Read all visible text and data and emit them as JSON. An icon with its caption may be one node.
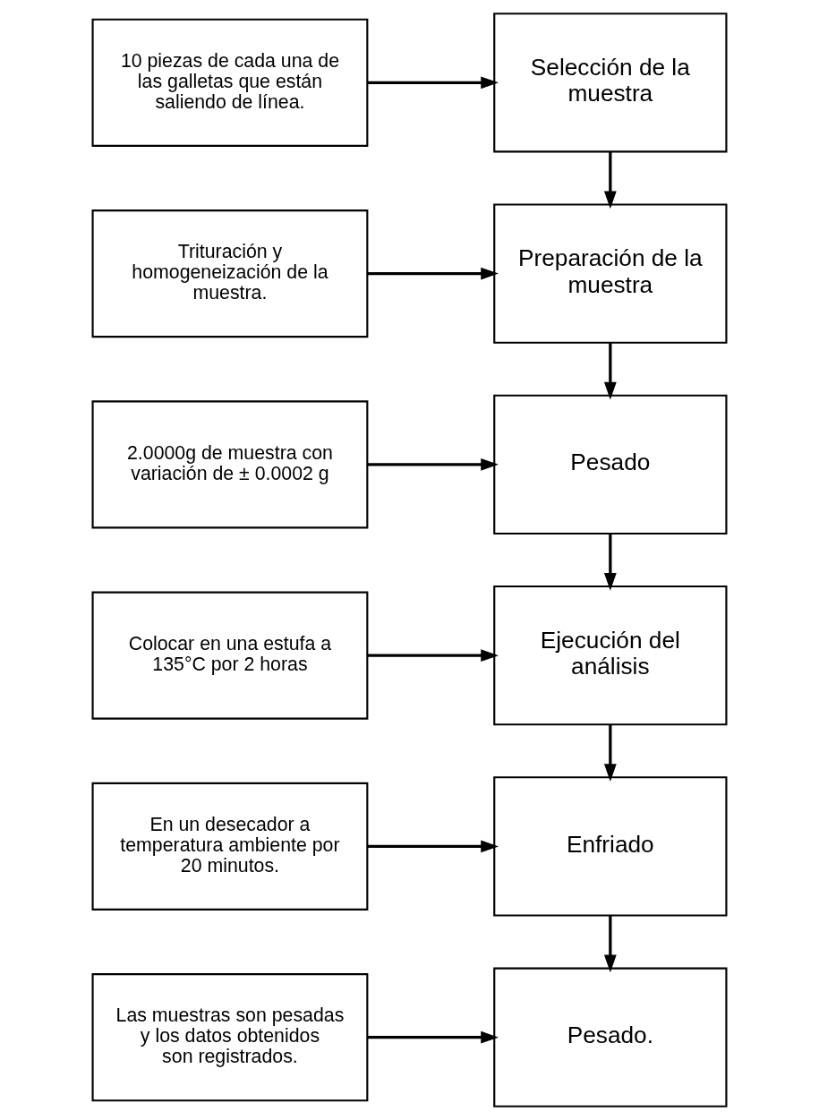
{
  "diagram": {
    "nodes": [
      {
        "text": [
          "10 piezas de cada una de las galletas que están saliendo de línea."
        ]
      },
      {
        "text": [
          "Selección de la muestra"
        ]
      },
      {
        "text": [
          "Trituración y homogeneización de la muestra."
        ]
      },
      {
        "text": [
          "Preparación de la muestra"
        ]
      },
      {
        "text": [
          "2.0000g de muestra con variación de ± 0.0002 g"
        ]
      },
      {
        "text": [
          "Pesado"
        ]
      },
      {
        "text": [
          "Colocar en una estufa a 135°C por 2 horas"
        ]
      },
      {
        "text": [
          "Ejecución del análisis"
        ]
      },
      {
        "text": [
          "En un desecador a temperatura ambiente por 20 minutos."
        ]
      },
      {
        "text": [
          "Enfriado"
        ]
      },
      {
        "text": [
          "Las muestras son pesadas y los datos obtenidos son registrados."
        ]
      },
      {
        "text": [
          "Pesado."
        ]
      }
    ],
    "edges": [
      {
        "from": 0,
        "to": 1,
        "arrow": "to"
      },
      {
        "from": 1,
        "to": 3,
        "arrow": "to"
      },
      {
        "from": 2,
        "to": 3,
        "arrow": "to"
      },
      {
        "from": 3,
        "to": 5,
        "arrow": "to"
      },
      {
        "from": 4,
        "to": 5,
        "arrow": "to"
      },
      {
        "from": 5,
        "to": 7,
        "arrow": "to"
      },
      {
        "from": 6,
        "to": 7,
        "arrow": "to"
      },
      {
        "from": 7,
        "to": 9,
        "arrow": "to"
      },
      {
        "from": 8,
        "to": 9,
        "arrow": "to"
      },
      {
        "from": 9,
        "to": 11,
        "arrow": "to"
      },
      {
        "from": 10,
        "to": 11,
        "arrow": "to"
      }
    ]
  }
}
